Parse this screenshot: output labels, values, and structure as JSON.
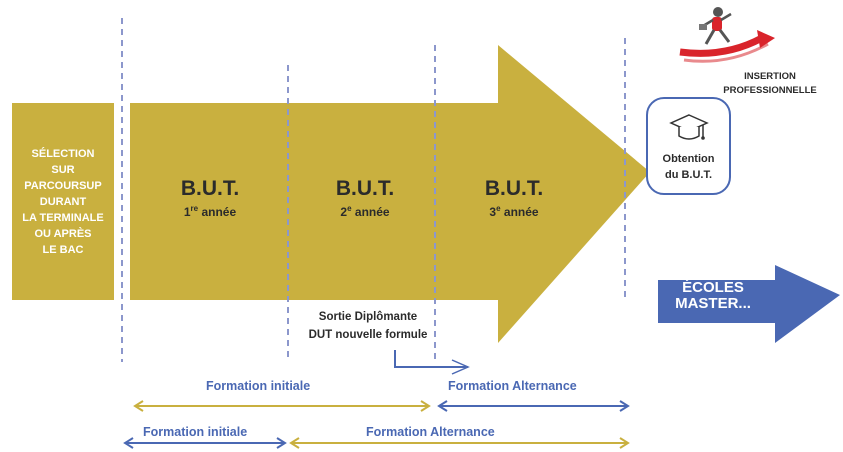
{
  "selection": {
    "lines": [
      "SÉLECTION",
      "SUR",
      "PARCOURSUP",
      "DURANT",
      "LA TERMINALE",
      "OU APRÈS",
      "LE BAC"
    ]
  },
  "years": [
    {
      "title": "B.U.T.",
      "ordinal": "1",
      "suffix": "re",
      "label": " année"
    },
    {
      "title": "B.U.T.",
      "ordinal": "2",
      "suffix": "e",
      "label": " année"
    },
    {
      "title": "B.U.T.",
      "ordinal": "3",
      "suffix": "e",
      "label": " année"
    }
  ],
  "obtention": {
    "line1": "Obtention",
    "line2": "du B.U.T."
  },
  "insertion": {
    "line1": "INSERTION",
    "line2": "PROFESSIONNELLE"
  },
  "ecoles": {
    "line1": "ÉCOLES",
    "line2": "MASTER..."
  },
  "sortie": {
    "line1": "Sortie Diplômante",
    "line2": "DUT nouvelle formule"
  },
  "timeline_row1": {
    "formation_initiale": "Formation initiale",
    "formation_alternance": "Formation Alternance"
  },
  "timeline_row2": {
    "formation_initiale": "Formation initiale",
    "formation_alternance": "Formation Alternance"
  },
  "colors": {
    "gold": "#c9b03f",
    "blue": "#4a68b3",
    "dash": "#8c97cc",
    "text": "#2b2b2b",
    "red": "#d9242b"
  },
  "icons": [
    "graduation-cap-icon",
    "runner-arrow-icon"
  ]
}
